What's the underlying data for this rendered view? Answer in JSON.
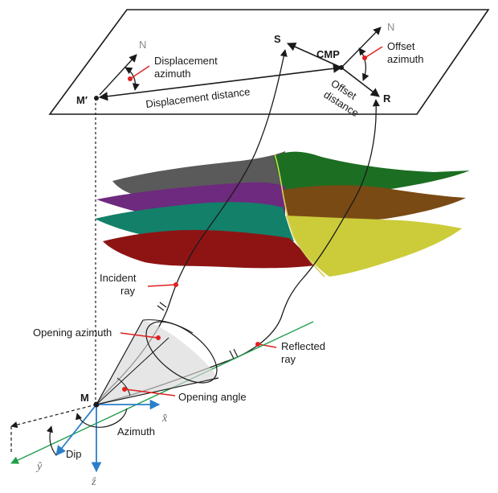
{
  "surface": {
    "north_left": "N",
    "north_right": "N",
    "displacement_azimuth": [
      "Displacement",
      "azimuth"
    ],
    "displacement_distance": "Displacement distance",
    "m_prime": "M′",
    "s": "S",
    "cmp": "CMP",
    "r": "R",
    "offset_azimuth": [
      "Offset",
      "azimuth"
    ],
    "offset_distance": [
      "Offset",
      "distance"
    ]
  },
  "rays": {
    "incident_ray": [
      "Incident",
      "ray"
    ],
    "reflected_ray": [
      "Reflected",
      "ray"
    ]
  },
  "cone": {
    "opening_azimuth": "Opening azimuth",
    "opening_angle": "Opening angle",
    "m": "M"
  },
  "axes": {
    "x": "x̂",
    "y": "ŷ",
    "z": "ẑ",
    "azimuth": "Azimuth",
    "dip": "Dip"
  },
  "colors": {
    "axis_blue": "#2a7fc9",
    "green_line": "#1f9e4a",
    "marker_red": "#e02020",
    "layer_grey": "#5a5a5a",
    "layer_purple": "#6e2a7e",
    "layer_teal": "#13806a",
    "layer_red": "#8e1414",
    "layer_green": "#1c6e22",
    "layer_brown": "#7a4a14",
    "layer_yellow": "#cccc3a"
  }
}
